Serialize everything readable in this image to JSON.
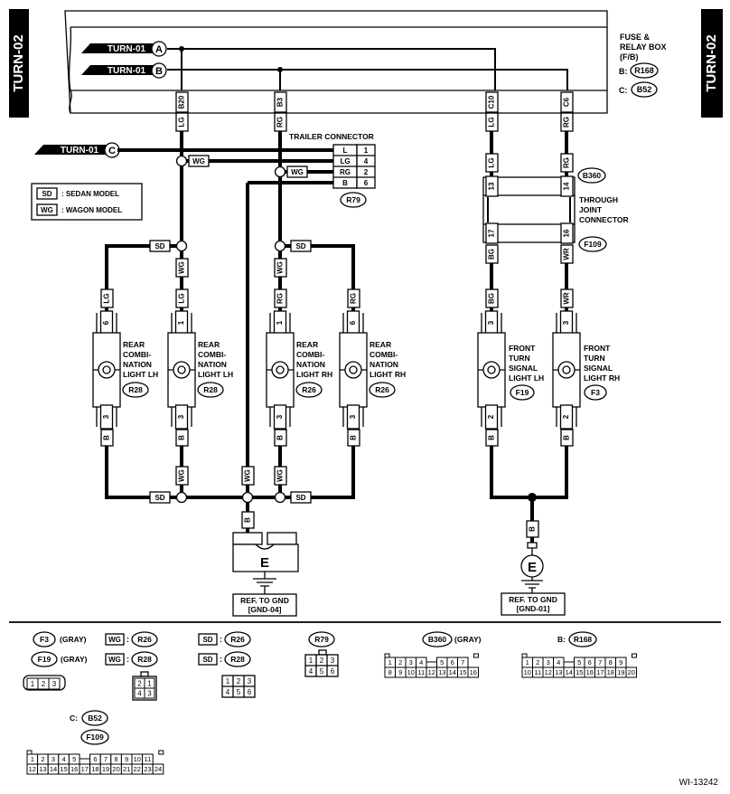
{
  "page": {
    "tag_left": "TURN-02",
    "tag_right": "TURN-02",
    "ref_code": "WI-13242"
  },
  "fuse_box": {
    "title_lines": [
      "FUSE &",
      "RELAY BOX",
      "(F/B)"
    ],
    "conn_b_prefix": "B:",
    "conn_b": "R168",
    "conn_c_prefix": "C:",
    "conn_c": "B52"
  },
  "refs": [
    {
      "text": "TURN-01",
      "letter": "A"
    },
    {
      "text": "TURN-01",
      "letter": "B"
    },
    {
      "text": "TURN-01",
      "letter": "C"
    }
  ],
  "terminals": [
    "B20",
    "B3",
    "C10",
    "C6"
  ],
  "legend": [
    {
      "code": "SD",
      "text": ": SEDAN MODEL"
    },
    {
      "code": "WG",
      "text": ": WAGON MODEL"
    }
  ],
  "trailer": {
    "title": "TRAILER CONNECTOR",
    "connector": "R79",
    "rows": [
      {
        "color": "L",
        "pin": "1"
      },
      {
        "color": "LG",
        "pin": "4"
      },
      {
        "color": "RG",
        "pin": "2"
      },
      {
        "color": "B",
        "pin": "6"
      }
    ]
  },
  "joint": {
    "title_lines": [
      "THROUGH",
      "JOINT",
      "CONNECTOR"
    ],
    "conn_top": "B360",
    "conn_bottom": "F109",
    "pins_top": [
      "13",
      "14"
    ],
    "pins_bottom": [
      "17",
      "16"
    ]
  },
  "wire_labels": {
    "lg": "LG",
    "rg": "RG",
    "wg": "WG",
    "b": "B",
    "bg": "BG",
    "wr": "WR",
    "sd": "SD"
  },
  "lights": [
    {
      "lines": [
        "REAR",
        "COMBI-",
        "NATION",
        "LIGHT LH"
      ],
      "connector": "R28",
      "pin_top": "6",
      "pin_bottom": "3"
    },
    {
      "lines": [
        "REAR",
        "COMBI-",
        "NATION",
        "LIGHT LH"
      ],
      "connector": "R28",
      "pin_top": "1",
      "pin_bottom": "3"
    },
    {
      "lines": [
        "REAR",
        "COMBI-",
        "NATION",
        "LIGHT RH"
      ],
      "connector": "R26",
      "pin_top": "1",
      "pin_bottom": "3"
    },
    {
      "lines": [
        "REAR",
        "COMBI-",
        "NATION",
        "LIGHT RH"
      ],
      "connector": "R26",
      "pin_top": "6",
      "pin_bottom": "3"
    },
    {
      "lines": [
        "FRONT",
        "TURN",
        "SIGNAL",
        "LIGHT LH"
      ],
      "connector": "F19",
      "pin_top": "3",
      "pin_bottom": "2"
    },
    {
      "lines": [
        "FRONT",
        "TURN",
        "SIGNAL",
        "LIGHT RH"
      ],
      "connector": "F3",
      "pin_top": "3",
      "pin_bottom": "2"
    }
  ],
  "grounds": [
    {
      "letter": "E",
      "ref_lines": [
        "REF. TO GND",
        "[GND-04]"
      ]
    },
    {
      "letter": "E",
      "ref_lines": [
        "REF. TO GND",
        "[GND-01]"
      ]
    }
  ],
  "connector_views": {
    "f3": {
      "name": "F3",
      "note": "(GRAY)"
    },
    "f19": {
      "name": "F19",
      "note": "(GRAY)",
      "pins": [
        "1",
        "2",
        "3"
      ]
    },
    "wg_r26": {
      "code": "WG",
      "name": "R26"
    },
    "wg_r28": {
      "code": "WG",
      "name": "R28",
      "pins": [
        "2",
        "1",
        "4",
        "3"
      ]
    },
    "sd_r26": {
      "code": "SD",
      "name": "R26"
    },
    "sd_r28": {
      "code": "SD",
      "name": "R28",
      "pins": [
        "1",
        "2",
        "3",
        "4",
        "5",
        "6"
      ]
    },
    "r79": {
      "name": "R79",
      "pins": [
        "1",
        "2",
        "3",
        "4",
        "5",
        "6"
      ]
    },
    "b360": {
      "name": "B360",
      "note": "(GRAY)",
      "top": [
        "1",
        "2",
        "3",
        "4",
        "5",
        "6",
        "7"
      ],
      "bottom": [
        "8",
        "9",
        "10",
        "11",
        "12",
        "13",
        "14",
        "15",
        "16"
      ]
    },
    "r168": {
      "prefix": "B:",
      "name": "R168",
      "top": [
        "1",
        "2",
        "3",
        "4",
        "5",
        "6",
        "7",
        "8",
        "9"
      ],
      "bottom": [
        "10",
        "11",
        "12",
        "13",
        "14",
        "15",
        "16",
        "17",
        "18",
        "19",
        "20"
      ]
    },
    "b52": {
      "prefix": "C:",
      "name": "B52",
      "name2": "F109",
      "top": [
        "1",
        "2",
        "3",
        "4",
        "5",
        "6",
        "7",
        "8",
        "9",
        "10",
        "11"
      ],
      "bottom": [
        "12",
        "13",
        "14",
        "15",
        "16",
        "17",
        "18",
        "19",
        "20",
        "21",
        "22",
        "23",
        "24"
      ]
    }
  }
}
